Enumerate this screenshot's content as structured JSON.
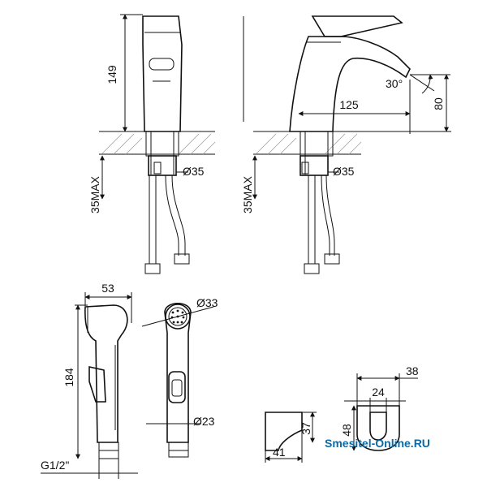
{
  "front_view": {
    "height_dim": "149",
    "mount_depth_dim": "35MAX",
    "hole_dim": "Ø35"
  },
  "side_view": {
    "reach_dim": "125",
    "angle_dim": "30°",
    "spout_height_dim": "80",
    "mount_depth_dim": "35MAX",
    "hole_dim": "Ø35"
  },
  "hand_shower": {
    "head_width_dim": "53",
    "length_dim": "184",
    "thread_dim": "G1/2\"",
    "face_dim": "Ø33",
    "handle_dim": "Ø23"
  },
  "holder": {
    "depth_dim": "41",
    "height_dim": "37",
    "outer_width_dim": "38",
    "inner_width_dim": "24",
    "slot_height_dim": "48"
  },
  "watermark": "Smesitel-Online.RU"
}
